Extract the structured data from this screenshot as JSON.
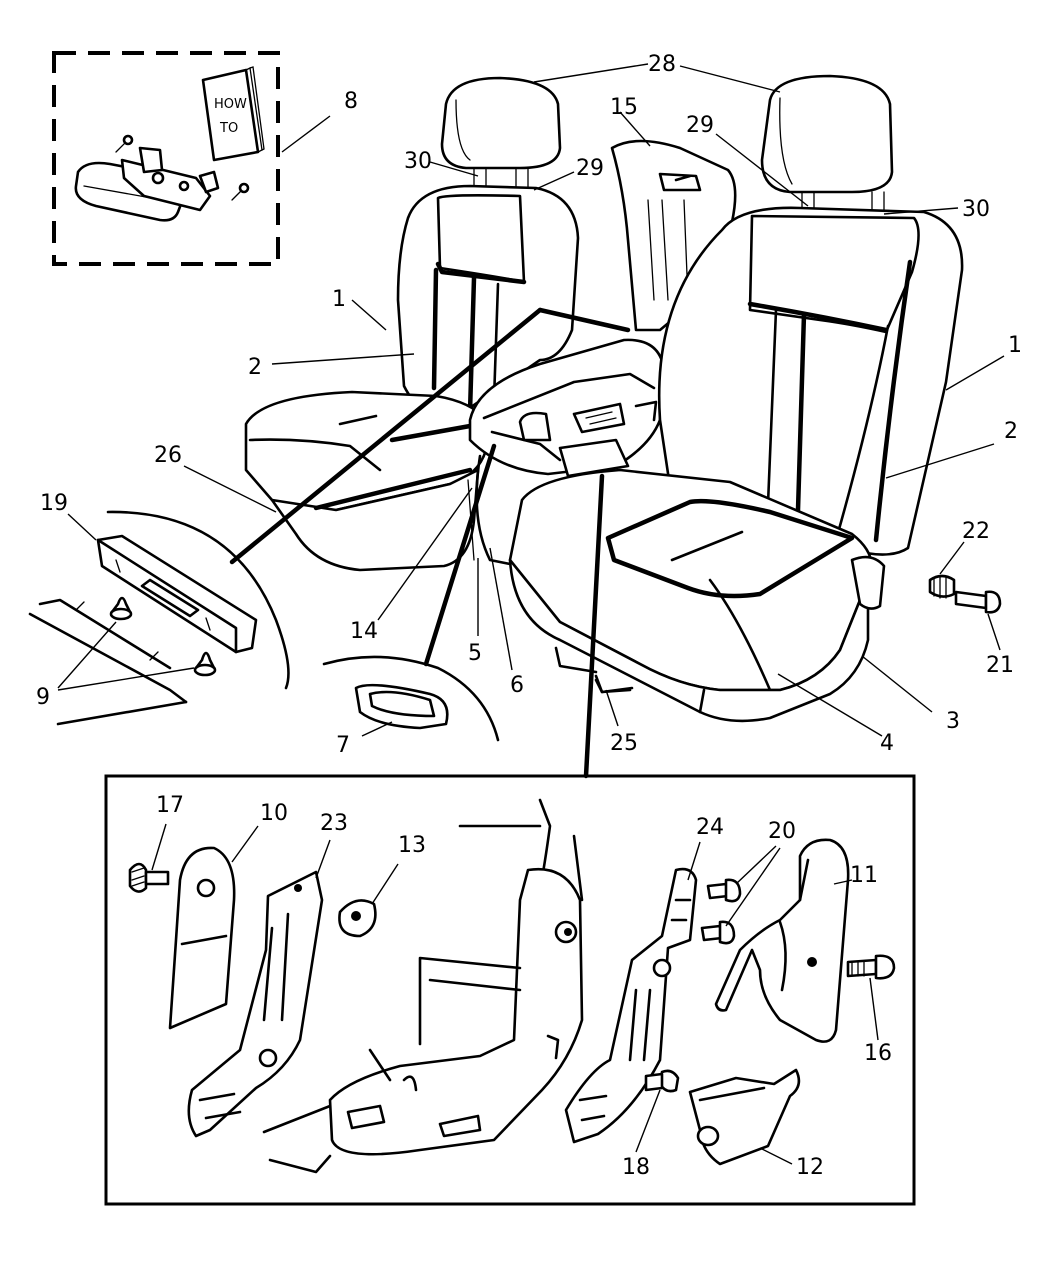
{
  "callouts": {
    "c28": "28",
    "c15": "15",
    "c29a": "29",
    "c29b": "29",
    "c30a": "30",
    "c30b": "30",
    "c8": "8",
    "c1a": "1",
    "c1b": "1",
    "c2a": "2",
    "c2b": "2",
    "c26": "26",
    "c19": "19",
    "c22": "22",
    "c21": "21",
    "c9": "9",
    "c14": "14",
    "c5": "5",
    "c6": "6",
    "c3": "3",
    "c4": "4",
    "c25": "25",
    "c7": "7",
    "c17": "17",
    "c10": "10",
    "c23": "23",
    "c13": "13",
    "c24": "24",
    "c20": "20",
    "c11": "11",
    "c16": "16",
    "c18": "18",
    "c12": "12"
  },
  "manual_cover": {
    "line1": "HOW",
    "line2": "TO"
  }
}
